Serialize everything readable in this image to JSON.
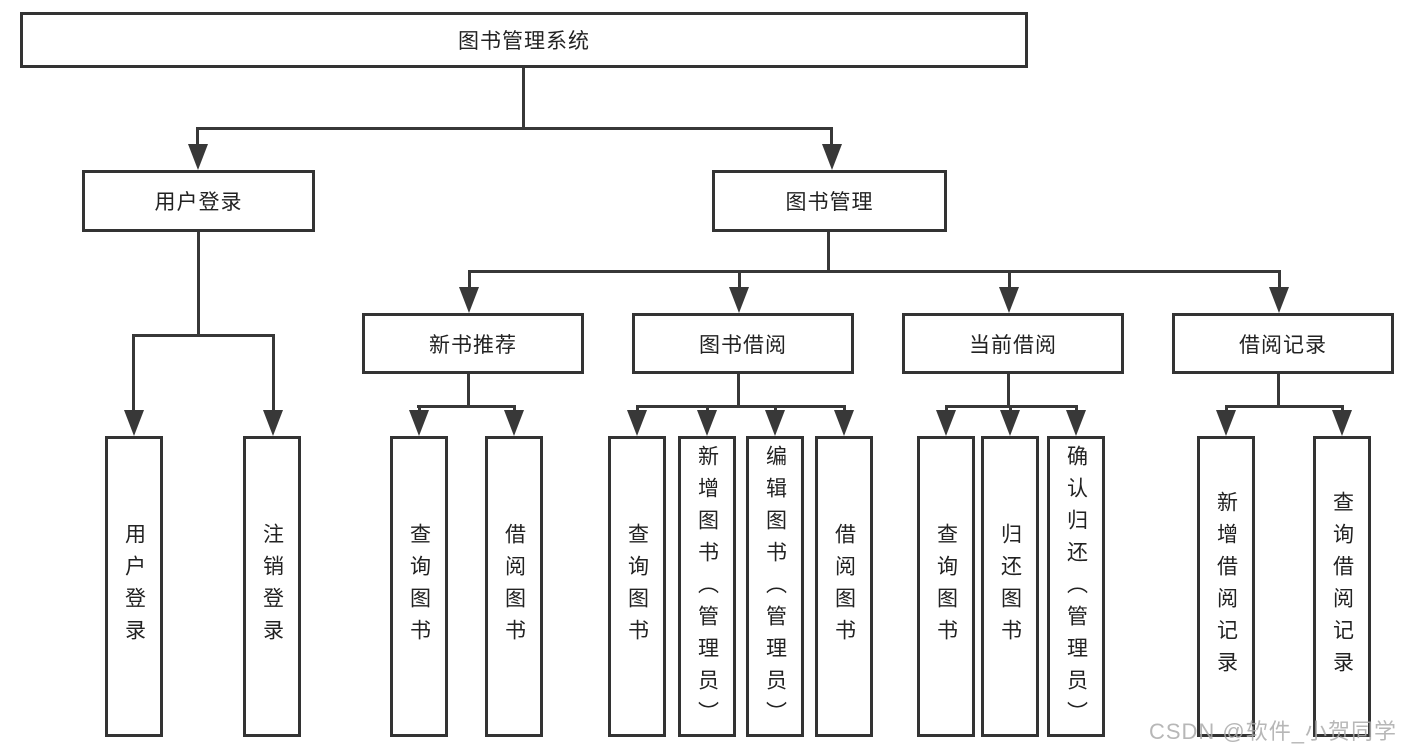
{
  "colors": {
    "line": "#383838",
    "box_border": "#333333",
    "text": "#222222",
    "watermark": "#aaaaaa",
    "background": "#ffffff"
  },
  "tree": {
    "label": "图书管理系统",
    "children": [
      {
        "label": "用户登录",
        "children": [
          {
            "label": "用户登录"
          },
          {
            "label": "注销登录"
          }
        ]
      },
      {
        "label": "图书管理",
        "children": [
          {
            "label": "新书推荐",
            "children": [
              {
                "label": "查询图书"
              },
              {
                "label": "借阅图书"
              }
            ]
          },
          {
            "label": "图书借阅",
            "children": [
              {
                "label": "查询图书"
              },
              {
                "label": "新增图书（管理员）"
              },
              {
                "label": "编辑图书（管理员）"
              },
              {
                "label": "借阅图书"
              }
            ]
          },
          {
            "label": "当前借阅",
            "children": [
              {
                "label": "查询图书"
              },
              {
                "label": "归还图书"
              },
              {
                "label": "确认归还（管理员）"
              }
            ]
          },
          {
            "label": "借阅记录",
            "children": [
              {
                "label": "新增借阅记录"
              },
              {
                "label": "查询借阅记录"
              }
            ]
          }
        ]
      }
    ]
  },
  "watermark": "CSDN @软件_小贺同学"
}
